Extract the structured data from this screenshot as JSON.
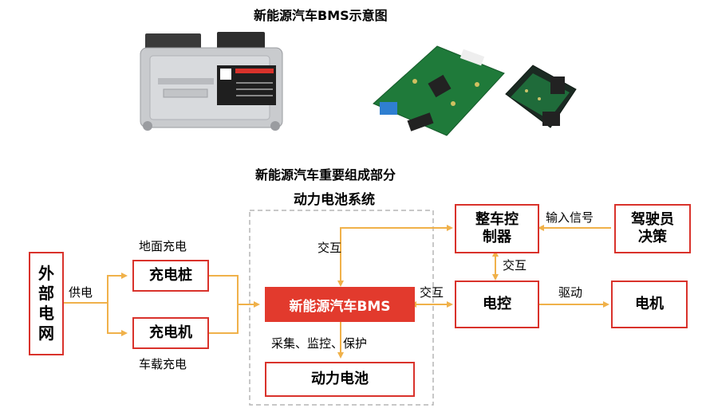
{
  "header": {
    "title": "新能源汽车BMS示意图"
  },
  "section": {
    "title": "新能源汽车重要组成部分",
    "subtitle": "动力电池系统"
  },
  "images": {
    "bms_controller_box": "BMS controller module photo",
    "bms_pcb_left": "BMS circuit board photo",
    "bms_pcb_right": "BMS circuit board photo"
  },
  "nodes": {
    "external_grid": "外部电网",
    "charging_pile": "充电桩",
    "charger": "充电机",
    "bms": "新能源汽车BMS",
    "power_battery": "动力电池",
    "vcu": "整车控\n制器",
    "motor_controller": "电控",
    "motor": "电机",
    "driver": "驾驶员\n决策"
  },
  "edge_labels": {
    "power_supply": "供电",
    "ground_charging": "地面充电",
    "onboard_charging": "车载充电",
    "interact_bms_vcu": "交互",
    "interact_bms_ctrl": "交互",
    "interact_vcu_ctrl": "交互",
    "input_signal": "输入信号",
    "drive": "驱动",
    "collect_monitor_protect": "采集、监控、保护"
  },
  "colors": {
    "box_border": "#d9322b",
    "bms_fill": "#e23a2d",
    "arrow": "#f0b14a",
    "dashed_frame": "#b5b5b5"
  }
}
